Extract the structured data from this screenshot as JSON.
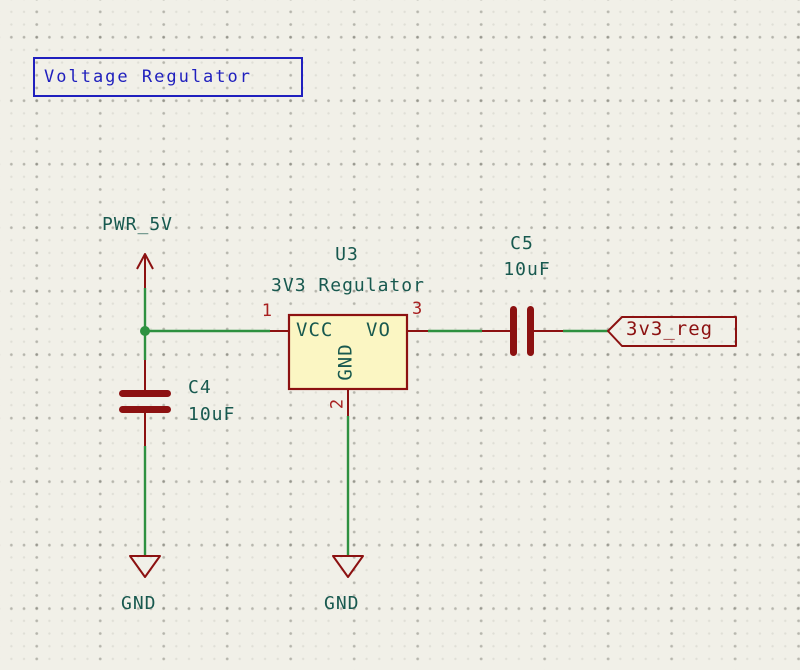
{
  "sheet": {
    "kind": "kicad-schematic-canvas",
    "background": "#F1F0E8",
    "grid": "dots-12.7px-major-63.5px"
  },
  "colors": {
    "wire_green": "#2E9140",
    "symbol_maroon": "#8C1111",
    "pin_number_red": "#A82020",
    "field_text_teal": "#18594F",
    "textbox_blue": "#2020BE",
    "symbol_body_fill": "#FBF6C3"
  },
  "title_box": {
    "label": "Voltage Regulator"
  },
  "power": {
    "pwr_5v_label": "PWR_5V",
    "gnd_left_label": "GND",
    "gnd_center_label": "GND"
  },
  "components": {
    "u3": {
      "reference": "U3",
      "value": "3V3 Regulator",
      "pins": [
        {
          "number": "1",
          "name": "VCC"
        },
        {
          "number": "2",
          "name": "GND"
        },
        {
          "number": "3",
          "name": "VO"
        }
      ]
    },
    "c4": {
      "reference": "C4",
      "value": "10uF"
    },
    "c5": {
      "reference": "C5",
      "value": "10uF"
    }
  },
  "net_labels": {
    "hierarchical_output": "3v3_reg"
  }
}
